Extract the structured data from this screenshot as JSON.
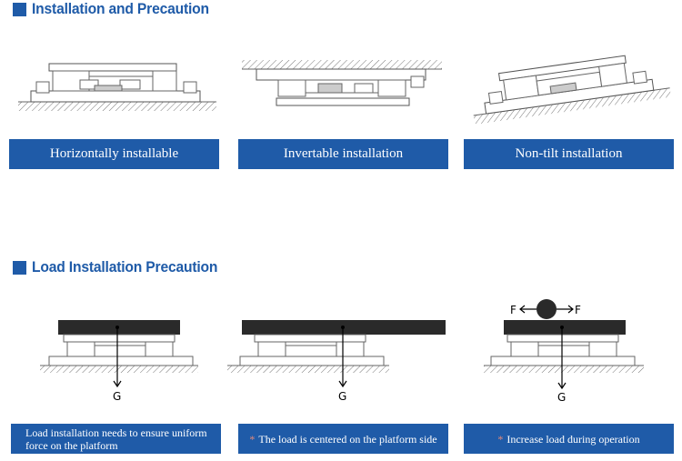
{
  "section1": {
    "title": "Installation and Precaution",
    "captions": [
      "Horizontally installable",
      "Invertable installation",
      "Non-tilt installation"
    ]
  },
  "section2": {
    "title": "Load Installation Precaution",
    "captions": [
      "Load installation needs to ensure uniform force on the platform",
      "The load is centered on the platform side",
      "Increase load during operation"
    ],
    "caption_marker": "*",
    "gravity_label": "G",
    "force_label": "F"
  },
  "colors": {
    "accent": "#1f5ba8",
    "platform": "#2a2a2a",
    "marker": "#e58a7a"
  }
}
